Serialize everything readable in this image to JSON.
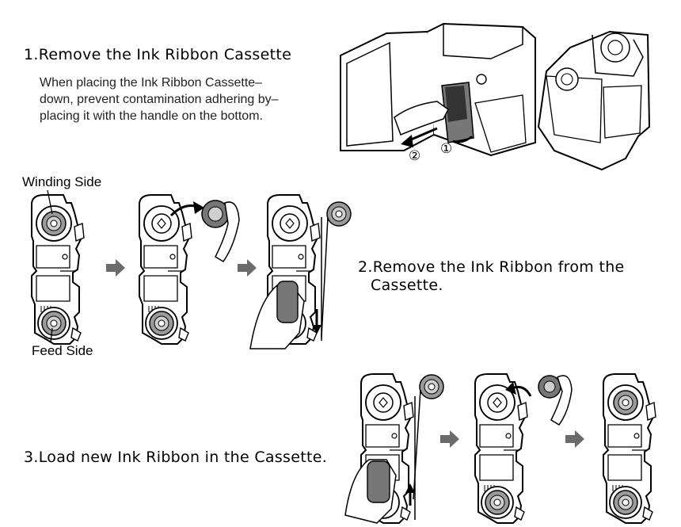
{
  "step1": {
    "title": "1.Remove the Ink Ribbon Cassette",
    "note_lines": [
      "When placing the Ink Ribbon Cassette–",
      "down, prevent contamination adhering by–",
      "placing it with the handle on the bottom."
    ],
    "markers": [
      "②",
      "①"
    ]
  },
  "step2": {
    "title_lines": [
      "2.Remove the Ink Ribbon from the",
      "Cassette."
    ],
    "labels": {
      "winding": "Winding Side",
      "feed": "Feed Side"
    }
  },
  "step3": {
    "title": "3.Load new Ink Ribbon in the Cassette."
  },
  "colors": {
    "line": "#000000",
    "gray": "#555555",
    "light": "#bdbdbd",
    "arrow": "#6b6b6b"
  }
}
